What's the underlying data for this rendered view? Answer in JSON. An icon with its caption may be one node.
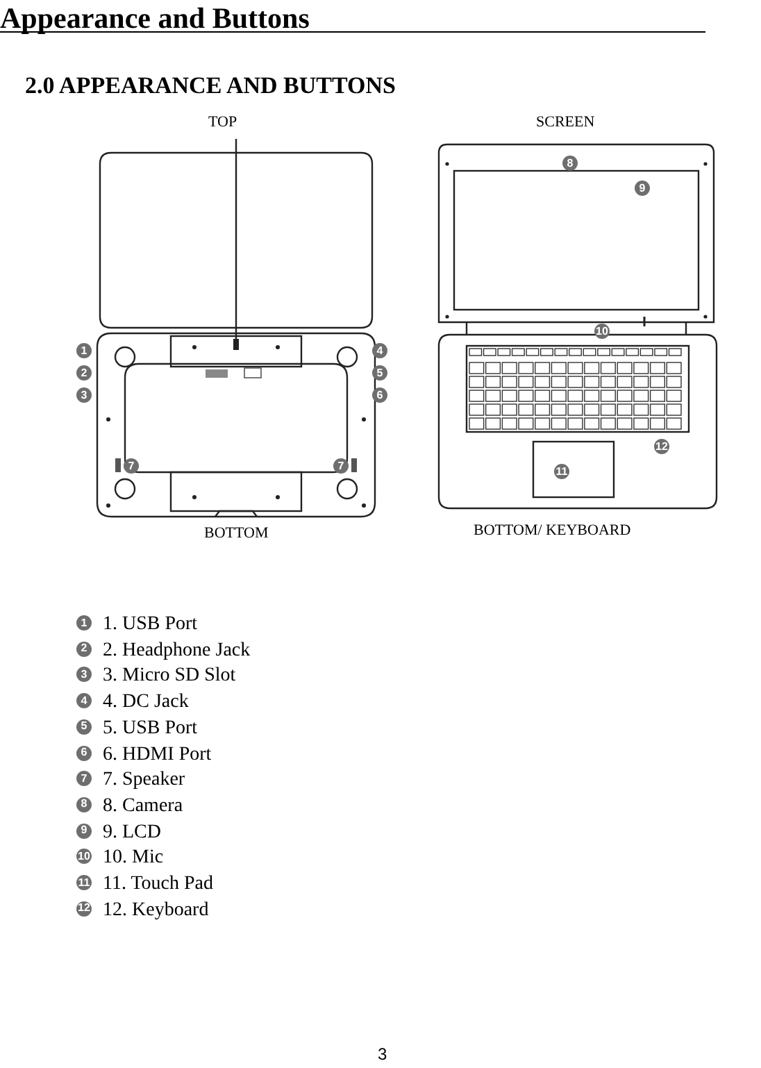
{
  "diagram": {
    "labels": [
      "Appearance and Buttons",
      "2.0 APPEARANCE AND BUTTONS",
      "TOP",
      "SCREEN",
      "8",
      "9",
      "1",
      "4",
      "10",
      "2",
      "5",
      "3",
      "6",
      "12",
      "7",
      "7",
      "11",
      "BOTTOM",
      "BOTTOM/ KEYBOARD",
      "1",
      "1. USB Port",
      "2",
      "2. Headphone Jack",
      "3",
      "3. Micro SD Slot",
      "4",
      "4. DC Jack",
      "5",
      "5. USB Port",
      "6",
      "6. HDMI Port",
      "7",
      "7. Speaker",
      "8",
      "8. Camera",
      "9",
      "9. LCD",
      "10",
      "10. Mic",
      "11",
      "11. Touch Pad",
      "12",
      "12. Keyboard",
      "3"
    ]
  }
}
